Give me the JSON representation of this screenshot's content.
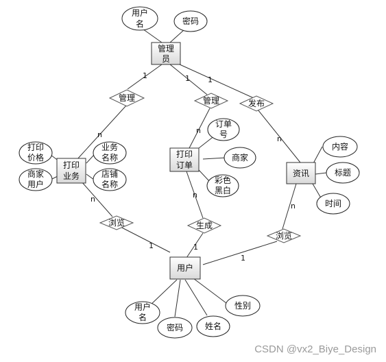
{
  "entities": {
    "admin": [
      "管理",
      "员"
    ],
    "print_business": [
      "打印",
      "业务"
    ],
    "print_order": [
      "打印",
      "订单"
    ],
    "news": [
      "资讯"
    ],
    "user": [
      "用户"
    ]
  },
  "relationships": {
    "manage_business": "管理",
    "manage_order": "管理",
    "publish": "发布",
    "browse_business": "浏览",
    "generate": "生成",
    "browse_news": "浏览"
  },
  "attributes": {
    "admin_username": [
      "用户",
      "名"
    ],
    "admin_password": [
      "密码"
    ],
    "pb_price": [
      "打印",
      "价格"
    ],
    "pb_merchant": [
      "商家",
      "用户"
    ],
    "pb_name": [
      "业务",
      "名称"
    ],
    "pb_shop": [
      "店铺",
      "名称"
    ],
    "po_number": [
      "订单",
      "号"
    ],
    "po_merchant": [
      "商家"
    ],
    "po_color": [
      "彩色",
      "黑白"
    ],
    "news_content": [
      "内容"
    ],
    "news_title": [
      "标题"
    ],
    "news_time": [
      "时间"
    ],
    "user_username": [
      "用户",
      "名"
    ],
    "user_password": [
      "密码"
    ],
    "user_name": [
      "姓名"
    ],
    "user_gender": [
      "性别"
    ]
  },
  "cardinalities": {
    "admin_manage_business": "1",
    "manage_business_pb": "n",
    "admin_manage_order": "1",
    "manage_order_po": "n",
    "admin_publish": "1",
    "publish_news": "n",
    "pb_browse": "n",
    "browse_user": "1",
    "po_generate": "n",
    "generate_user": "1",
    "news_browse": "n",
    "browse_news_user": "1"
  },
  "watermark": "CSDN @vx2_Biye_Design"
}
